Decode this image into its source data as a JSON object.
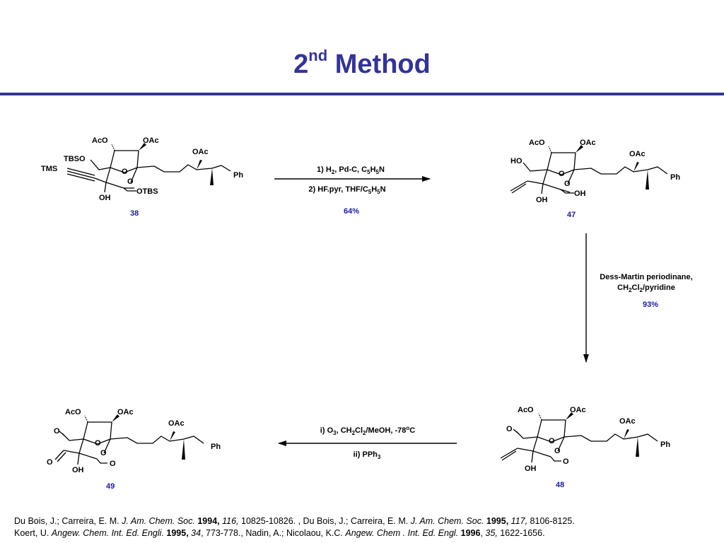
{
  "slide": {
    "title_main": "2",
    "title_sup": "nd",
    "title_rest": " Method"
  },
  "scheme": {
    "compounds": [
      {
        "id": "38",
        "labels": {
          "aco": "AcO",
          "oac1": "OAc",
          "oac2": "OAc",
          "tbso": "TBSO",
          "tms": "TMS",
          "o1": "O",
          "o2": "O",
          "otbs": "OTBS",
          "oh": "OH",
          "ph": "Ph"
        }
      },
      {
        "id": "47",
        "labels": {
          "aco": "AcO",
          "oac1": "OAc",
          "oac2": "OAc",
          "ho": "HO",
          "o1": "O",
          "o2": "O",
          "oh1": "OH",
          "oh2": "OH",
          "ph": "Ph"
        }
      },
      {
        "id": "48",
        "labels": {
          "aco": "AcO",
          "oac1": "OAc",
          "oac2": "OAc",
          "oald1": "O",
          "o1": "O",
          "o2": "O",
          "oald2": "O",
          "oh": "OH",
          "ph": "Ph"
        }
      },
      {
        "id": "49",
        "labels": {
          "aco": "AcO",
          "oac1": "OAc",
          "oac2": "OAc",
          "oald1": "O",
          "oald2": "O",
          "o1": "O",
          "o2": "O",
          "oald3": "O",
          "oh": "OH",
          "ph": "Ph"
        }
      }
    ],
    "steps": [
      {
        "cond1": "1) H2, Pd-C, C5H5N",
        "cond2": "2) HF.pyr, THF/C5H5N",
        "yield": "64%"
      },
      {
        "cond1": "Dess-Martin periodinane,",
        "cond2": "CH2Cl2/pyridine",
        "yield": "93%"
      },
      {
        "cond1": "i) O3, CH2Cl2/MeOH, -78oC",
        "cond2": "ii) PPh3",
        "yield": ""
      }
    ]
  },
  "references": {
    "line1": [
      "Du Bois, J.; Carreira, E. M. ",
      "J. Am. Chem. Soc.",
      " ",
      "1994,",
      " ",
      "116,",
      " 10825-10826. , Du Bois, J.; Carreira, E. M. ",
      "J. Am. Chem. Soc.",
      " ",
      "1995,",
      " ",
      "117,",
      " 8106-8125."
    ],
    "line2": [
      "Koert, U. ",
      "Angew. Chem. Int. Ed. Engli.",
      " ",
      "1995,",
      " ",
      "34",
      ", 773-778., Nadin, A.; Nicolaou, K.C. ",
      "Angew. Chem . Int. Ed. Engl.",
      " ",
      "1996",
      ", ",
      "35,",
      " 1622-1656."
    ]
  },
  "colors": {
    "title": "#333399",
    "rule": "#333399",
    "numbers": "#1a1aa6"
  }
}
